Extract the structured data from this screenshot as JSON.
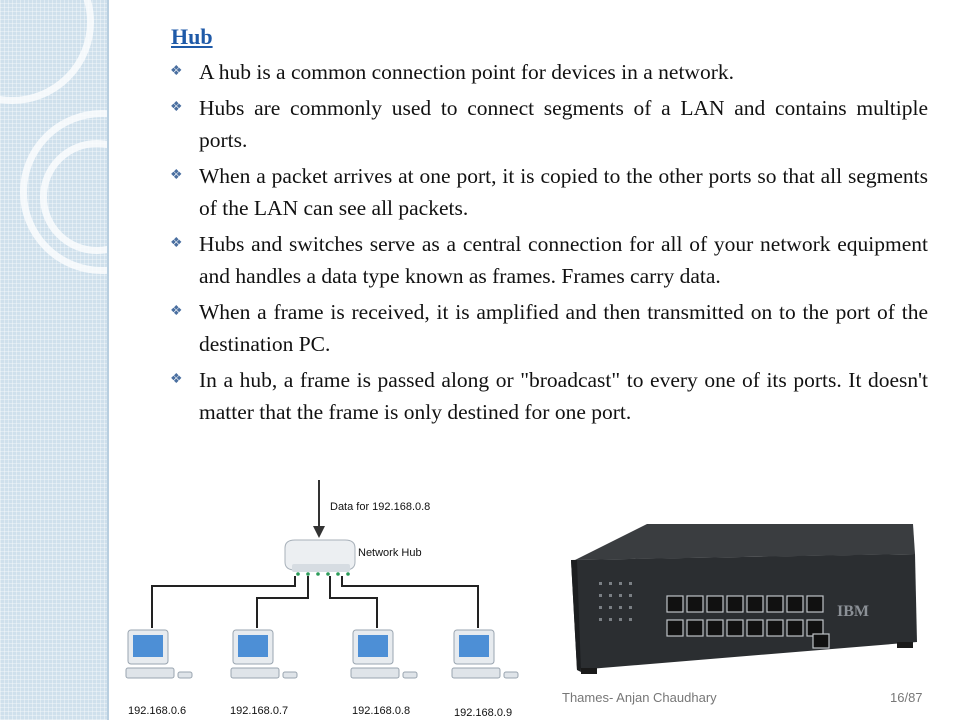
{
  "slide": {
    "heading": "Hub",
    "bullets": [
      "A hub is a common connection point for devices in a network.",
      "Hubs are commonly used to connect segments of a LAN and contains multiple ports.",
      "When a packet arrives at one port, it is copied to the other ports so that all segments of the LAN can see all packets.",
      " Hubs and switches serve as a central connection for all of your network equipment and handles a data type known as frames. Frames carry data.",
      "When a frame is received, it is amplified and then transmitted on to the port of the destination PC.",
      "In a hub, a frame is passed along or \"broadcast\" to every one of its ports. It doesn't matter that the frame is only destined for one port."
    ],
    "bullet_icon": "diamond-bullet",
    "accent_color": "#1f5aa8"
  },
  "diagram": {
    "data_label": "Data for 192.168.0.8",
    "hub_label": "Network Hub",
    "pcs": [
      "192.168.0.6",
      "192.168.0.7",
      "192.168.0.8",
      "192.168.0.9"
    ]
  },
  "device": {
    "brand": "IBM"
  },
  "footer": {
    "author": "Thames- Anjan Chaudhary",
    "page": "16/87"
  }
}
